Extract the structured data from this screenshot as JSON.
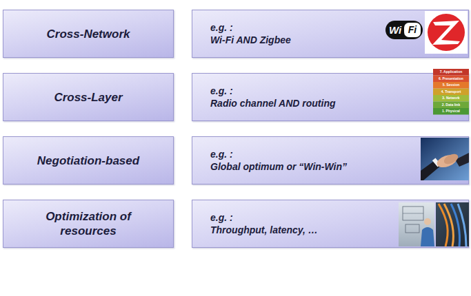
{
  "diagram": {
    "nodes": [
      {
        "text": [
          "Cross-Network"
        ]
      },
      {
        "text": [
          "e.g. :",
          "Wi-Fi AND Zigbee"
        ]
      },
      {
        "text": [
          "Cross-Layer"
        ]
      },
      {
        "text": [
          "e.g. :",
          "Radio channel AND routing"
        ]
      },
      {
        "text": [
          "Negotiation-based"
        ]
      },
      {
        "text": [
          "e.g. :",
          "Global optimum or “Win-Win”"
        ]
      },
      {
        "text": [
          "Optimization of resources"
        ]
      },
      {
        "text": [
          "e.g. :",
          "Throughput, latency, …"
        ]
      }
    ],
    "labels": [
      "Wi",
      "Fi",
      "7. Application",
      "6. Presentation",
      "5. Session",
      "4. Transport",
      "3. Network",
      "2. Data link",
      "1. Physical"
    ]
  }
}
